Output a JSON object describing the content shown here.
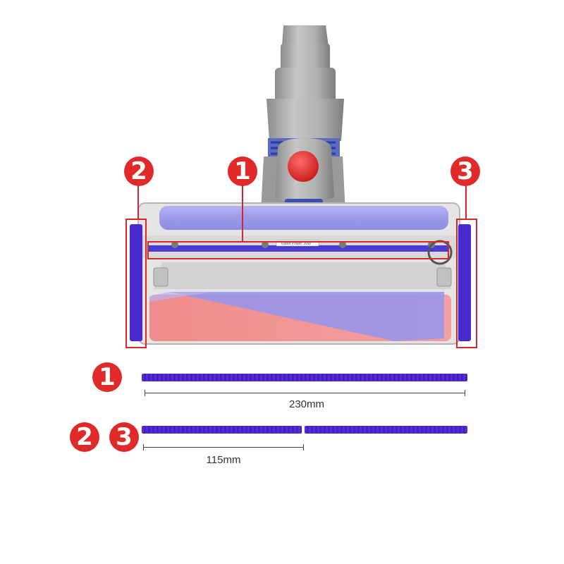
{
  "colors": {
    "marker_red": "#e02a2a",
    "strip_purple": "#4a22c8",
    "roller_blue": "#9a98ee",
    "roller_red": "#ef8a8a",
    "body_gray": "#a8a8a8",
    "dimension_line": "#444444"
  },
  "product": {
    "label_text": "Rated Power: 30W",
    "part_markers": [
      {
        "number": "1"
      },
      {
        "number": "2"
      },
      {
        "number": "3"
      }
    ]
  },
  "measurements": {
    "row1_markers": [
      "1"
    ],
    "row1_length_label": "230mm",
    "row2_markers": [
      "2",
      "3"
    ],
    "row2_length_label": "115mm"
  }
}
